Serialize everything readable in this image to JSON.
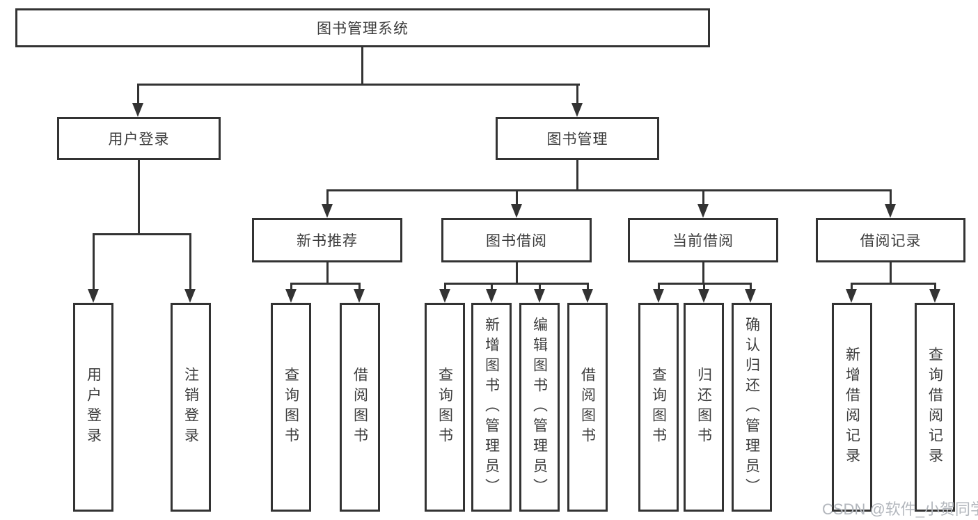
{
  "colors": {
    "line": "#333333",
    "text": "#3c3c3c",
    "bg": "#ffffff",
    "watermark": "#b3b7bd"
  },
  "watermark": "CSDN @软件_小贺同学",
  "tree": {
    "label": "图书管理系统",
    "children": [
      {
        "label": "用户登录",
        "children": [
          {
            "label": "用户登录"
          },
          {
            "label": "注销登录"
          }
        ]
      },
      {
        "label": "图书管理",
        "children": [
          {
            "label": "新书推荐",
            "children": [
              {
                "label": "查询图书"
              },
              {
                "label": "借阅图书"
              }
            ]
          },
          {
            "label": "图书借阅",
            "children": [
              {
                "label": "查询图书"
              },
              {
                "label": "新增图书（管理员）"
              },
              {
                "label": "编辑图书（管理员）"
              },
              {
                "label": "借阅图书"
              }
            ]
          },
          {
            "label": "当前借阅",
            "children": [
              {
                "label": "查询图书"
              },
              {
                "label": "归还图书"
              },
              {
                "label": "确认归还（管理员）"
              }
            ]
          },
          {
            "label": "借阅记录",
            "children": [
              {
                "label": "新增借阅记录"
              },
              {
                "label": "查询借阅记录"
              }
            ]
          }
        ]
      }
    ]
  }
}
